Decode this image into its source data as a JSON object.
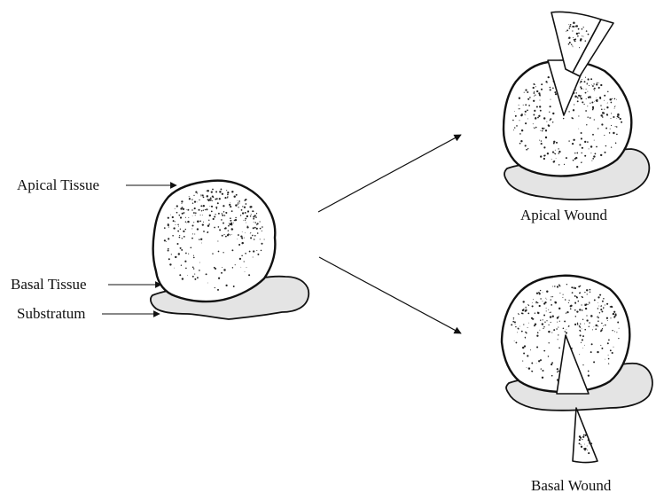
{
  "labels": {
    "apical_tissue": "Apical Tissue",
    "basal_tissue": "Basal Tissue",
    "substratum": "Substratum",
    "apical_wound": "Apical Wound",
    "basal_wound": "Basal Wound"
  },
  "colors": {
    "ink": "#111111",
    "substratum_fill": "#e4e4e4",
    "tissue_fill": "#ffffff"
  }
}
